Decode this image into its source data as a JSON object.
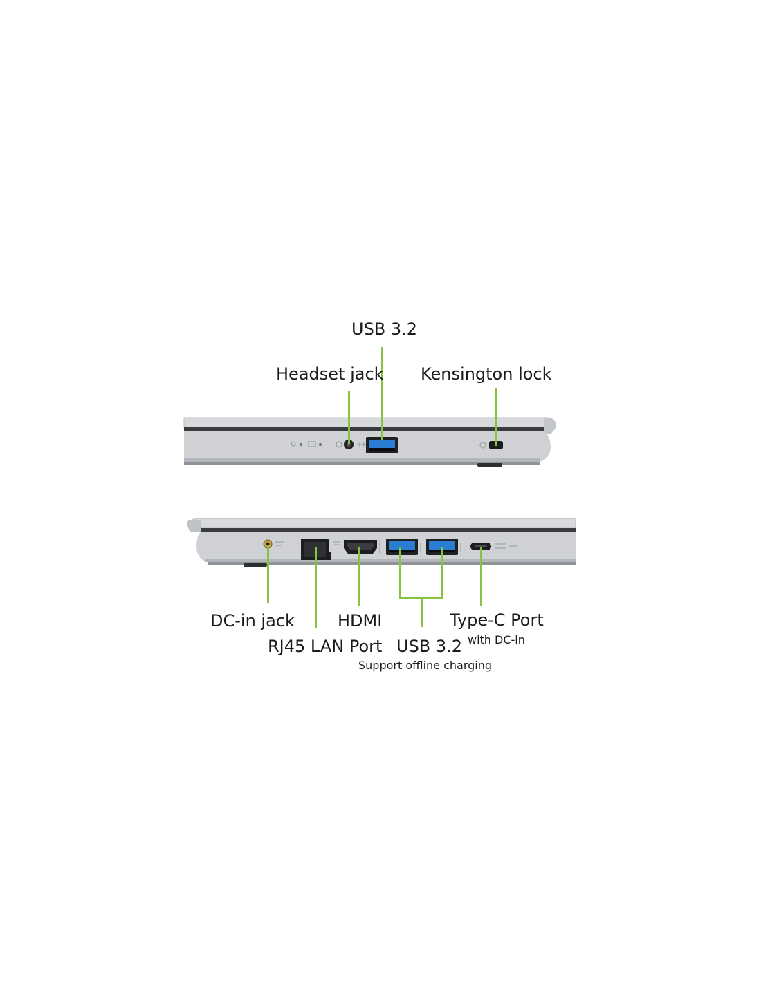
{
  "top_view": {
    "usb_label": "USB 3.2",
    "headset_label": "Headset jack",
    "kensington_label": "Kensington lock"
  },
  "bottom_view": {
    "dc_label": "DC-in jack",
    "hdmi_label": "HDMI",
    "typec_label": "Type-C Port",
    "typec_sub": "with DC-in",
    "rj45_label": "RJ45 LAN Port",
    "usb_label": "USB 3.2",
    "usb_sub": "Support offline charging"
  },
  "colors": {
    "leader": "#86c440",
    "usb_blue": "#2b7cd3",
    "chassis": "#c9cbce"
  }
}
